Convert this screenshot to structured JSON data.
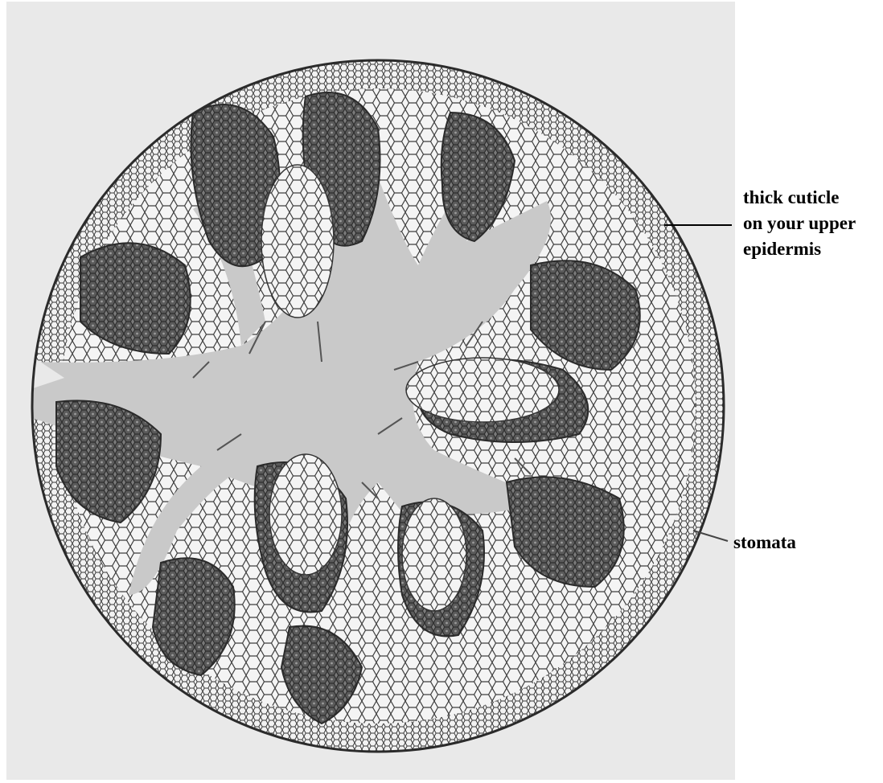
{
  "figure": {
    "subject": "cross-section-leaf-micrograph",
    "colors": {
      "page_background": "#ffffff",
      "photo_background": "#e9e9e9",
      "cell_fill": "#f4f4f4",
      "cell_walls": "#3a3a3a",
      "air_space": "#c8c8c8",
      "dense_tissue": "#5a5a5a",
      "label_text": "#000000"
    }
  },
  "labels": {
    "cuticle": {
      "lines": [
        "thick cuticle",
        "on your upper",
        "epidermis"
      ]
    },
    "stomata": {
      "text": "stomata"
    }
  }
}
